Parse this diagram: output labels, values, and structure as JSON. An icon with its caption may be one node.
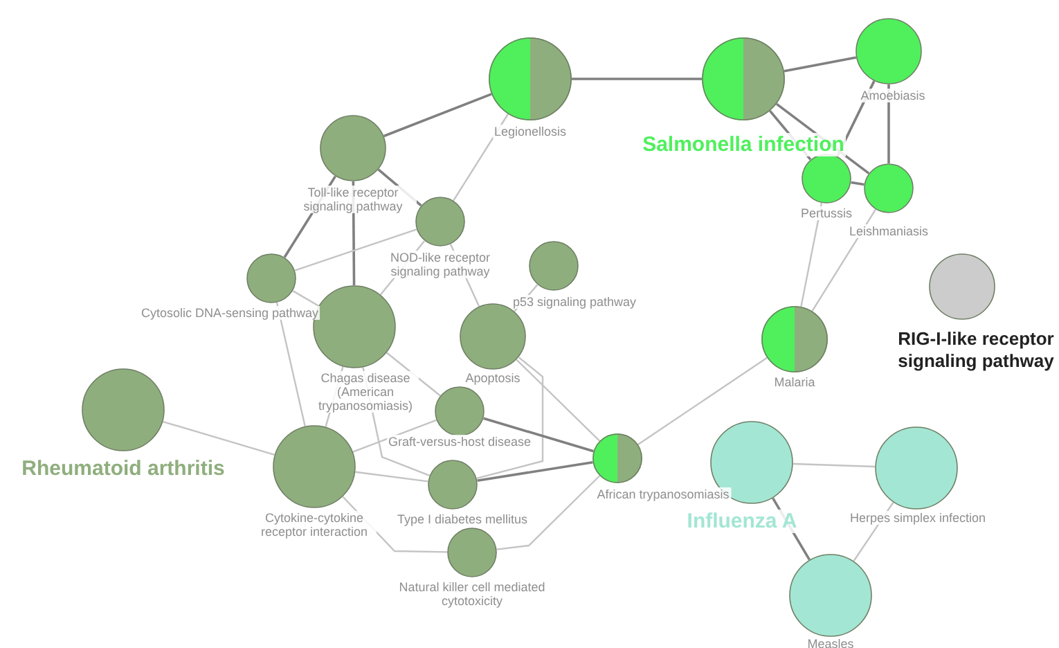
{
  "diagram": {
    "nodes": [
      {
        "text": [
          "Legionellosis"
        ]
      },
      {
        "text": [
          "Salmonella infection"
        ]
      },
      {
        "text": [
          "Amoebiasis"
        ]
      },
      {
        "text": [
          "Toll-like receptor signaling pathway"
        ]
      },
      {
        "text": [
          "Pertussis"
        ]
      },
      {
        "text": [
          "Leishmaniasis"
        ]
      },
      {
        "text": [
          "NOD-like receptor signaling pathway"
        ]
      },
      {
        "text": [
          "Cytosolic DNA-sensing pathway"
        ]
      },
      {
        "text": [
          "p53 signaling pathway"
        ]
      },
      {
        "text": [
          "RIG-I-like receptor signaling pathway"
        ]
      },
      {
        "text": [
          "Chagas disease (American trypanosomiasis)"
        ]
      },
      {
        "text": [
          "Apoptosis"
        ]
      },
      {
        "text": [
          "Malaria"
        ]
      },
      {
        "text": [
          "Rheumatoid arthritis"
        ]
      },
      {
        "text": [
          "Graft-versus-host disease"
        ]
      },
      {
        "text": [
          "Cytokine-cytokine receptor interaction"
        ]
      },
      {
        "text": [
          "Type I diabetes mellitus"
        ]
      },
      {
        "text": [
          "African trypanosomiasis"
        ]
      },
      {
        "text": [
          "Influenza A"
        ]
      },
      {
        "text": [
          "Herpes simplex infection"
        ]
      },
      {
        "text": [
          "Natural killer cell mediated cytotoxicity"
        ]
      },
      {
        "text": [
          "Measles"
        ]
      }
    ],
    "edges": [
      {
        "from": 0,
        "to": 1,
        "arrow": "none",
        "color": "#808080"
      },
      {
        "from": 0,
        "to": 3,
        "arrow": "none",
        "color": "#808080"
      },
      {
        "from": 0,
        "to": 6,
        "arrow": "none"
      },
      {
        "from": 1,
        "to": 2,
        "arrow": "none",
        "color": "#808080"
      },
      {
        "from": 1,
        "to": 4,
        "arrow": "none",
        "color": "#808080"
      },
      {
        "from": 1,
        "to": 5,
        "arrow": "none",
        "color": "#808080"
      },
      {
        "from": 2,
        "to": 4,
        "arrow": "none",
        "color": "#808080"
      },
      {
        "from": 2,
        "to": 5,
        "arrow": "none",
        "color": "#808080"
      },
      {
        "from": 4,
        "to": 5,
        "arrow": "none",
        "color": "#808080"
      },
      {
        "from": 4,
        "to": 12,
        "arrow": "none"
      },
      {
        "from": 5,
        "to": 12,
        "arrow": "none"
      },
      {
        "from": 3,
        "to": 6,
        "arrow": "none",
        "color": "#808080"
      },
      {
        "from": 3,
        "to": 7,
        "arrow": "none",
        "color": "#808080"
      },
      {
        "from": 3,
        "to": 10,
        "arrow": "none",
        "color": "#808080"
      },
      {
        "from": 6,
        "to": 7,
        "arrow": "none"
      },
      {
        "from": 6,
        "to": 10,
        "arrow": "none"
      },
      {
        "from": 6,
        "to": 11,
        "arrow": "none"
      },
      {
        "from": 8,
        "to": 11,
        "arrow": "none"
      },
      {
        "from": 7,
        "to": 10,
        "arrow": "none"
      },
      {
        "from": 7,
        "to": 15,
        "arrow": "none"
      },
      {
        "from": 10,
        "to": 15,
        "arrow": "none"
      },
      {
        "from": 10,
        "to": 14,
        "arrow": "none"
      },
      {
        "from": 10,
        "to": 16,
        "arrow": "none"
      },
      {
        "from": 11,
        "to": 17,
        "arrow": "none"
      },
      {
        "from": 11,
        "to": 16,
        "arrow": "none"
      },
      {
        "from": 14,
        "to": 15,
        "arrow": "none"
      },
      {
        "from": 14,
        "to": 17,
        "arrow": "none",
        "color": "#808080"
      },
      {
        "from": 15,
        "to": 16,
        "arrow": "none"
      },
      {
        "from": 16,
        "to": 17,
        "arrow": "none",
        "color": "#808080"
      },
      {
        "from": 15,
        "to": 20,
        "arrow": "none"
      },
      {
        "from": 17,
        "to": 20,
        "arrow": "none"
      },
      {
        "from": 17,
        "to": 12,
        "arrow": "none"
      },
      {
        "from": 13,
        "to": 15,
        "arrow": "none"
      },
      {
        "from": 18,
        "to": 19,
        "arrow": "none"
      },
      {
        "from": 18,
        "to": 21,
        "arrow": "none",
        "color": "#808080"
      },
      {
        "from": 19,
        "to": 21,
        "arrow": "none"
      }
    ]
  }
}
